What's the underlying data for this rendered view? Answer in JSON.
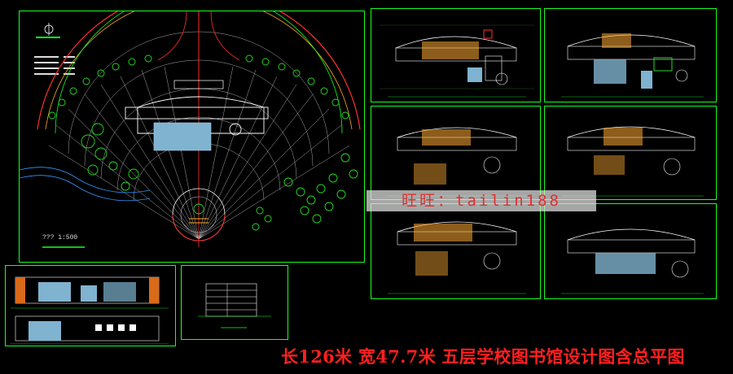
{
  "caption": "长126米  宽47.7米  五层学校图书馆设计图含总平图",
  "watermark": "旺旺：tailin188",
  "site_plan": {
    "scale_label": "??? 1:500"
  },
  "colors": {
    "frame": "#19ff1f",
    "caption": "#ff2020",
    "road": "#ff3030",
    "tree": "#22dd22",
    "fill": "#7fb3d0"
  }
}
